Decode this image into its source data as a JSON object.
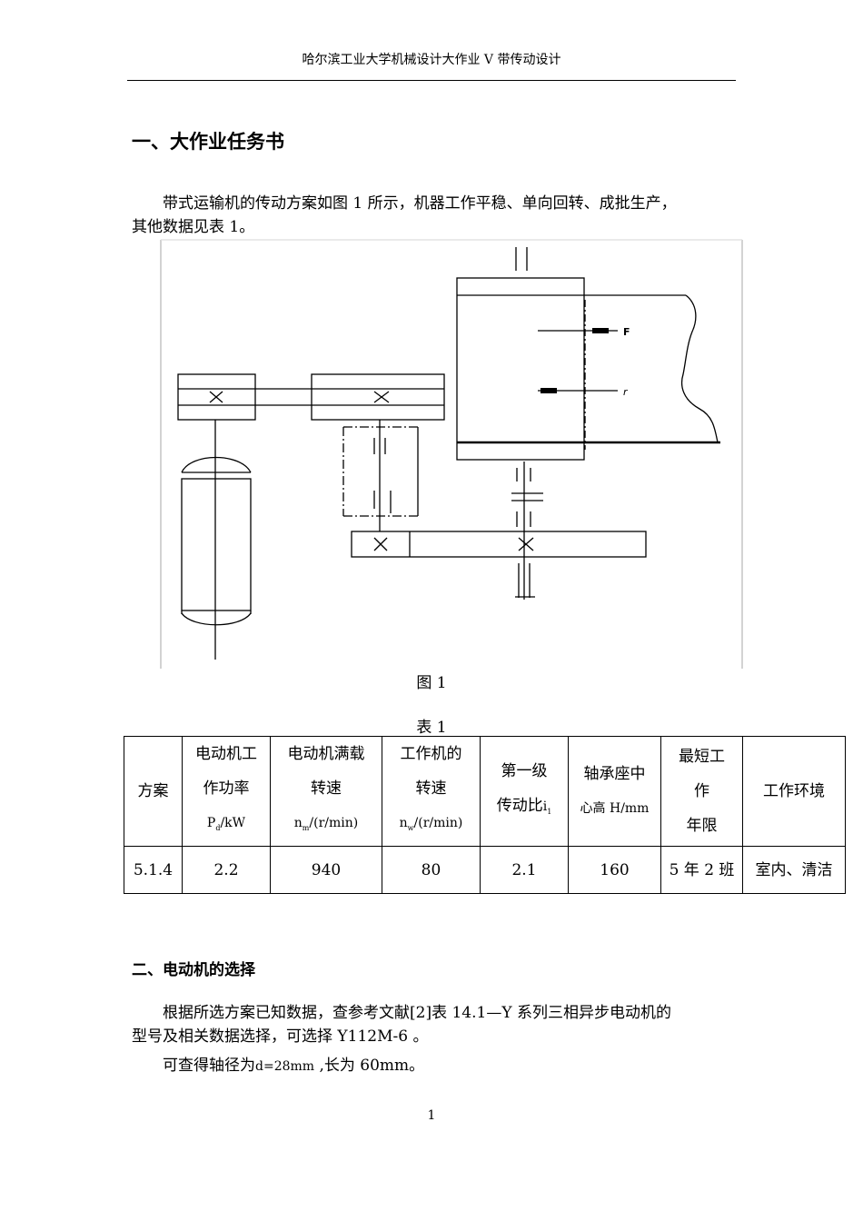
{
  "header": {
    "title": "哈尔滨工业大学机械设计大作业    V 带传动设计"
  },
  "section1": {
    "heading": "一、大作业任务书",
    "para_line1": "带式运输机的传动方案如图 1 所示，机器工作平稳、单向回转、成批生产，",
    "para_line2": "其他数据见表 1。"
  },
  "figure": {
    "caption": "图 1",
    "label_F": "F",
    "label_v": "r"
  },
  "table": {
    "caption": "表 1",
    "headers": {
      "scheme": "方案",
      "power_l1": "电动机工",
      "power_l2": "作功率",
      "power_l3a": "P",
      "power_l3sub": "d",
      "power_l3b": "/kW",
      "speed_l1": "电动机满载",
      "speed_l2": "转速",
      "speed_l3a": "n",
      "speed_l3sub": "m",
      "speed_l3b": "/(r/min)",
      "work_l1": "工作机的",
      "work_l2": "转速",
      "work_l3a": "n",
      "work_l3sub": "w",
      "work_l3b": "/(r/min)",
      "ratio_l1": "第一级",
      "ratio_l2a": "传动比",
      "ratio_l2i": "i",
      "ratio_l2sub": "1",
      "height_l1": "轴承座中",
      "height_l2": "心高 H/mm",
      "life_l1": "最短工",
      "life_l2": "作",
      "life_l3": "年限",
      "env": "工作环境"
    },
    "row": {
      "scheme": "5.1.4",
      "power": "2.2",
      "speed": "940",
      "work_speed": "80",
      "ratio": "2.1",
      "height": "160",
      "life": "5 年 2 班",
      "env": "室内、清洁"
    }
  },
  "section2": {
    "heading": "二、电动机的选择",
    "para_line1": "根据所选方案已知数据，查参考文献[2]表 14.1—Y 系列三相异步电动机的",
    "para_line2": "型号及相关数据选择，可选择 Y112M-6 。",
    "para2_a": "可查得轴径为",
    "para2_b": "d=28mm",
    "para2_c": " ,长为 60mm。"
  },
  "footer": {
    "page_number": "1"
  }
}
